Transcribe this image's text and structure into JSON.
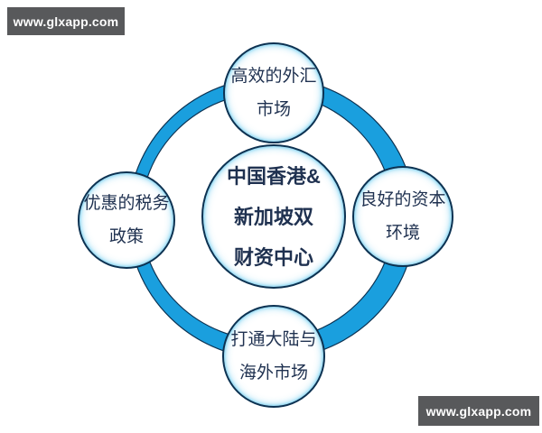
{
  "watermark": {
    "top_left": "www.glxapp.com",
    "bottom_right": "www.glxapp.com"
  },
  "diagram": {
    "center": {
      "line1": "中国香港&",
      "line2": "新加坡双",
      "line3": "财资中心"
    },
    "top": {
      "line1": "高效的外汇",
      "line2": "市场"
    },
    "right": {
      "line1": "良好的资本",
      "line2": "环境"
    },
    "bottom": {
      "line1": "打通大陆与",
      "line2": "海外市场"
    },
    "left": {
      "line1": "优惠的税务",
      "line2": "政策"
    }
  },
  "colors": {
    "ring_fill": "#1A9FDE",
    "ring_outline": "#0C3252",
    "circle_border": "#0C3252",
    "circle_glow": "#60C8EE",
    "text": "#1F3150",
    "badge_background": "#58595B",
    "badge_text": "#FFFFFF"
  }
}
